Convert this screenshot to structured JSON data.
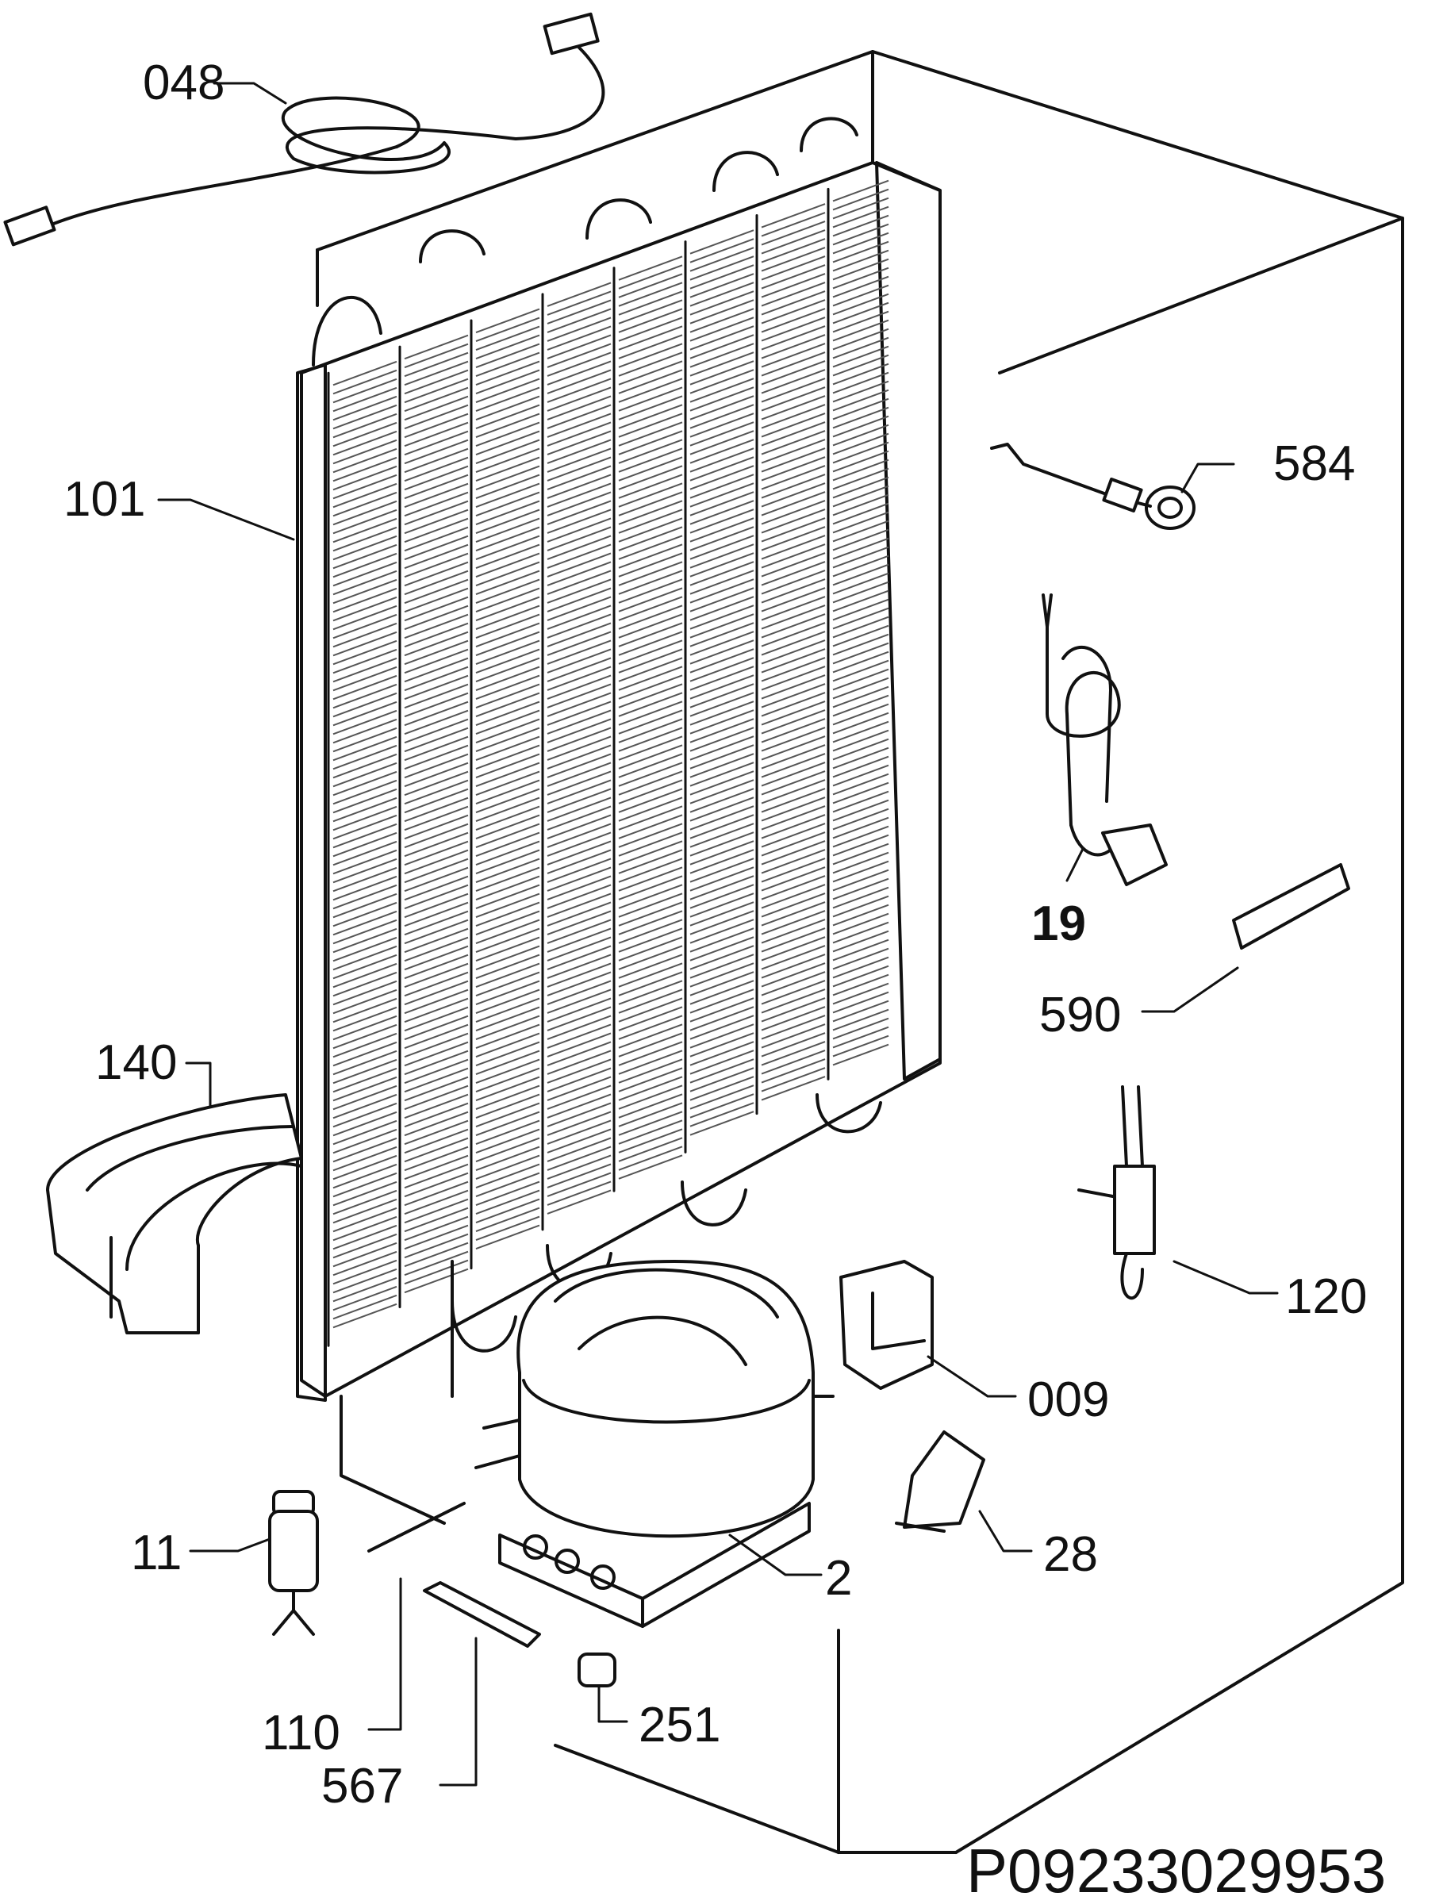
{
  "labels": {
    "p048": "048",
    "p101": "101",
    "p584": "584",
    "p19": "19",
    "p590": "590",
    "p140": "140",
    "p120": "120",
    "p009": "009",
    "p11": "11",
    "p28": "28",
    "p2": "2",
    "p251": "251",
    "p110": "110",
    "p567": "567"
  },
  "doc_code": "P09233029953"
}
